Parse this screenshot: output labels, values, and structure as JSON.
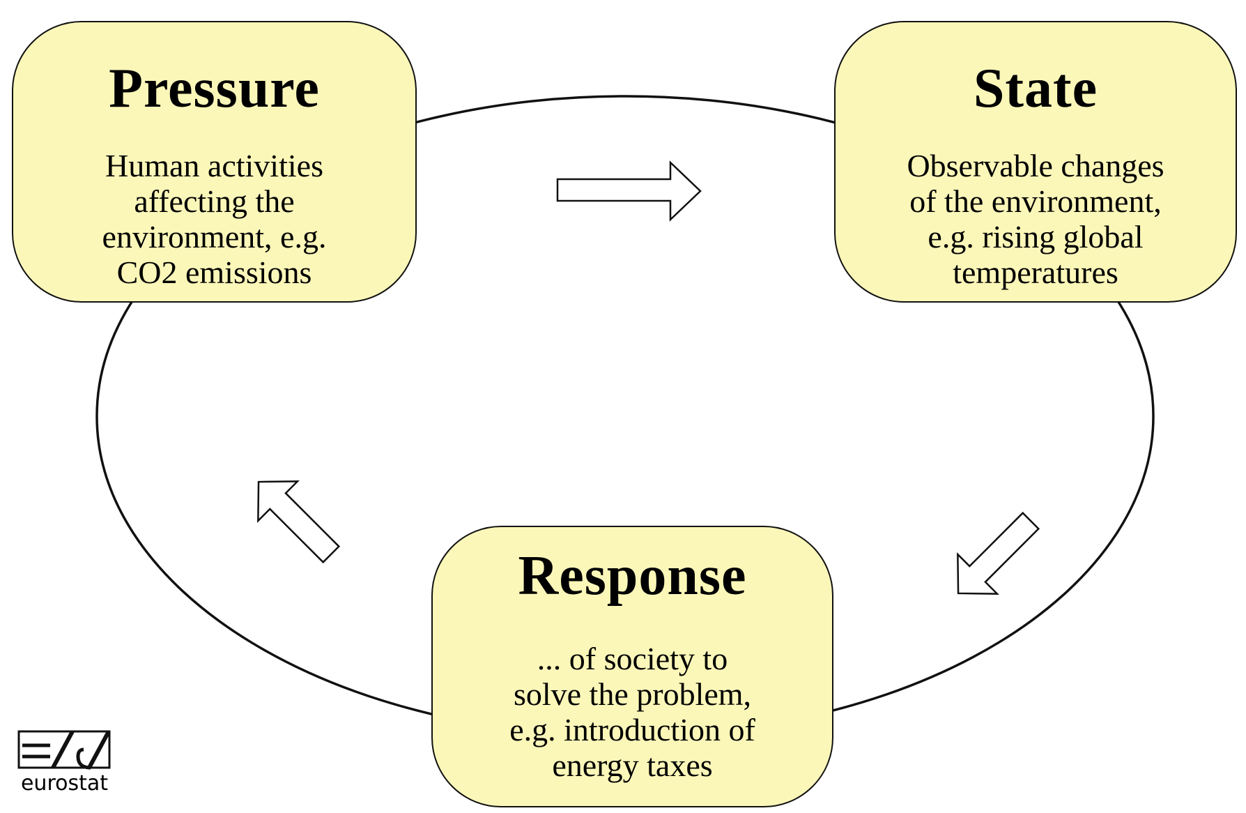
{
  "diagram": {
    "pressure": {
      "title": "Pressure",
      "lines": [
        "Human activities",
        "affecting the",
        "environment, e.g.",
        "CO2 emissions"
      ]
    },
    "state": {
      "title": "State",
      "lines": [
        "Observable changes",
        "of the environment,",
        "e.g. rising global",
        "temperatures"
      ]
    },
    "response": {
      "title": "Response",
      "lines": [
        "... of society to",
        "solve the problem,",
        "e.g. introduction of",
        "energy taxes"
      ]
    }
  },
  "logo": {
    "text": "eurostat"
  },
  "colors": {
    "box_fill": "#fbf7b9",
    "outline": "#111111",
    "background": "#ffffff"
  },
  "icons": [
    "arrow-right-icon",
    "arrow-down-left-icon",
    "arrow-up-left-icon",
    "eurostat-logo-icon"
  ]
}
